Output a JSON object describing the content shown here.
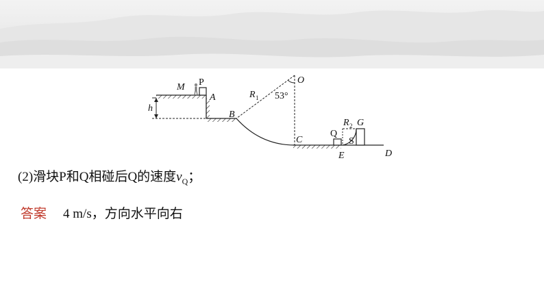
{
  "diagram": {
    "labels": {
      "M": "M",
      "P": "P",
      "A": "A",
      "h": "h",
      "B": "B",
      "R1": "R",
      "R1_sub": "1",
      "angle": "53°",
      "O": "O",
      "C": "C",
      "Q": "Q",
      "R2": "R",
      "R2_sub": "2",
      "G": "G",
      "S": "S",
      "E": "E",
      "D": "D"
    }
  },
  "question": {
    "prefix": "(2)滑块P和Q相碰后Q的速度",
    "var": "v",
    "sub": "Q",
    "suffix": "；"
  },
  "answer": {
    "label": "答案",
    "text": "4 m/s，方向水平向右"
  },
  "colors": {
    "answer_label": "#c0392b",
    "text": "#111111"
  }
}
